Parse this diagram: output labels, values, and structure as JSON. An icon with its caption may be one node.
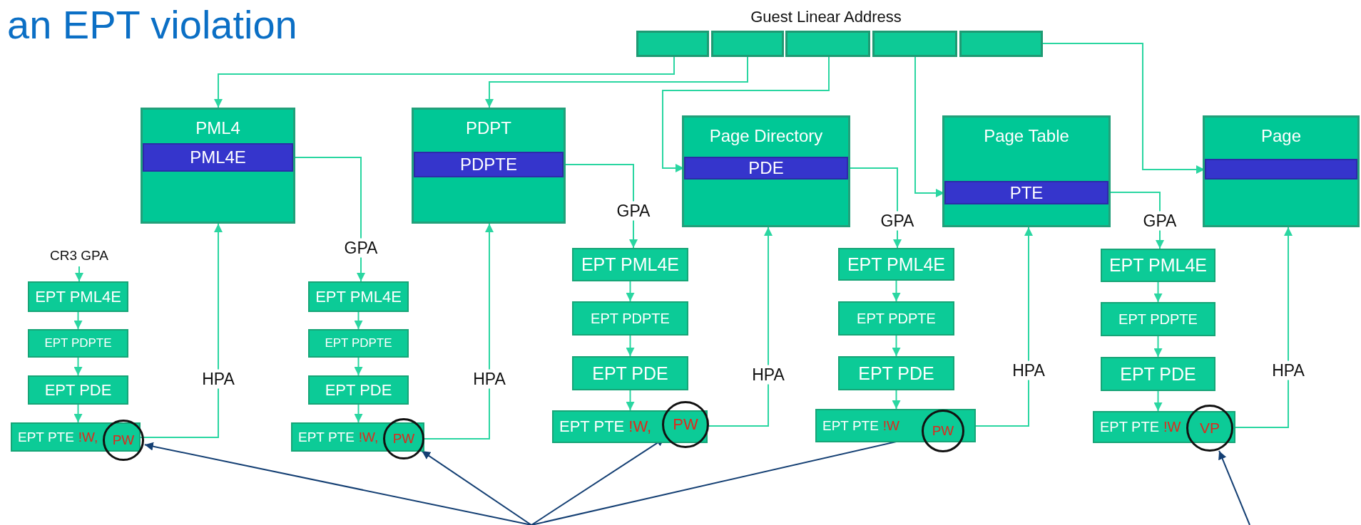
{
  "diagram": {
    "title": "an EPT violation",
    "nodes": [
      {
        "text": [],
        "shape": "box"
      },
      {
        "text": [],
        "shape": "box"
      },
      {
        "text": [],
        "shape": "box"
      },
      {
        "text": [],
        "shape": "box"
      },
      {
        "text": [],
        "shape": "box"
      },
      {
        "text": [
          "PML4"
        ]
      },
      {
        "text": [
          "PML4E"
        ],
        "in": 5
      },
      {
        "text": [
          "PDPT"
        ]
      },
      {
        "text": [
          "PDPTE"
        ],
        "in": 7
      },
      {
        "text": [
          "Page Directory"
        ]
      },
      {
        "text": [
          "PDE"
        ],
        "in": 9
      },
      {
        "text": [
          "Page Table"
        ]
      },
      {
        "text": [
          "PTE"
        ],
        "in": 11
      },
      {
        "text": [
          "Page"
        ]
      },
      {
        "text": [],
        "shape": "bar",
        "in": 13
      },
      {
        "text": [
          "CR3 GPA"
        ]
      },
      {
        "text": [
          "EPT PML4E"
        ]
      },
      {
        "text": [
          "EPT PDPTE"
        ]
      },
      {
        "text": [
          "EPT PDE"
        ]
      },
      {
        "text": [
          "EPT PTE",
          "!W,"
        ]
      },
      {
        "text": [
          "PW"
        ]
      },
      {
        "text": [
          "EPT PML4E"
        ]
      },
      {
        "text": [
          "EPT PDPTE"
        ]
      },
      {
        "text": [
          "EPT PDE"
        ]
      },
      {
        "text": [
          "EPT PTE",
          "!W,"
        ]
      },
      {
        "text": [
          "PW"
        ]
      },
      {
        "text": [
          "EPT PML4E"
        ]
      },
      {
        "text": [
          "EPT PDPTE"
        ]
      },
      {
        "text": [
          "EPT PDE"
        ]
      },
      {
        "text": [
          "EPT PTE",
          "!W,"
        ]
      },
      {
        "text": [
          "PW"
        ]
      },
      {
        "text": [
          "EPT PML4E"
        ]
      },
      {
        "text": [
          "EPT PDPTE"
        ]
      },
      {
        "text": [
          "EPT PDE"
        ]
      },
      {
        "text": [
          "EPT PTE",
          "!W"
        ]
      },
      {
        "text": [
          "PW"
        ]
      },
      {
        "text": [
          "EPT PML4E"
        ]
      },
      {
        "text": [
          "EPT PDPTE"
        ]
      },
      {
        "text": [
          "EPT PDE"
        ]
      },
      {
        "text": [
          "EPT PTE",
          "!W"
        ]
      },
      {
        "text": [
          "VP"
        ]
      }
    ],
    "edges": [
      {
        "from": 0,
        "to": 5,
        "arrow": "to"
      },
      {
        "from": 1,
        "to": 7,
        "arrow": "to"
      },
      {
        "from": 2,
        "to": 10,
        "arrow": "to"
      },
      {
        "from": 3,
        "to": 12,
        "arrow": "to"
      },
      {
        "from": 4,
        "to": 14,
        "arrow": "to"
      },
      {
        "from": 6,
        "to": 21,
        "arrow": "to",
        "label": "GPA"
      },
      {
        "from": 8,
        "to": 26,
        "arrow": "to",
        "label": "GPA"
      },
      {
        "from": 10,
        "to": 31,
        "arrow": "to",
        "label": "GPA"
      },
      {
        "from": 12,
        "to": 36,
        "arrow": "to",
        "label": "GPA"
      },
      {
        "from": 15,
        "to": 16,
        "arrow": "to"
      },
      {
        "from": 16,
        "to": 17,
        "arrow": "to"
      },
      {
        "from": 17,
        "to": 18,
        "arrow": "to"
      },
      {
        "from": 18,
        "to": 19,
        "arrow": "to"
      },
      {
        "from": 21,
        "to": 22,
        "arrow": "to"
      },
      {
        "from": 22,
        "to": 23,
        "arrow": "to"
      },
      {
        "from": 23,
        "to": 24,
        "arrow": "to"
      },
      {
        "from": 26,
        "to": 27,
        "arrow": "to"
      },
      {
        "from": 27,
        "to": 28,
        "arrow": "to"
      },
      {
        "from": 28,
        "to": 29,
        "arrow": "to"
      },
      {
        "from": 31,
        "to": 32,
        "arrow": "to"
      },
      {
        "from": 32,
        "to": 33,
        "arrow": "to"
      },
      {
        "from": 33,
        "to": 34,
        "arrow": "to"
      },
      {
        "from": 36,
        "to": 37,
        "arrow": "to"
      },
      {
        "from": 37,
        "to": 38,
        "arrow": "to"
      },
      {
        "from": 38,
        "to": 39,
        "arrow": "to"
      },
      {
        "from": 19,
        "to": 5,
        "arrow": "to",
        "label": "HPA"
      },
      {
        "from": 24,
        "to": 7,
        "arrow": "to",
        "label": "HPA"
      },
      {
        "from": 29,
        "to": 9,
        "arrow": "to",
        "label": "HPA"
      },
      {
        "from": 34,
        "to": 11,
        "arrow": "to",
        "label": "HPA"
      },
      {
        "from": 39,
        "to": 13,
        "arrow": "to",
        "label": "HPA"
      },
      {
        "from": null,
        "to": 20,
        "arrow": "to",
        "color": "#143f73"
      },
      {
        "from": null,
        "to": 25,
        "arrow": "to",
        "color": "#143f73"
      },
      {
        "from": null,
        "to": 30,
        "arrow": "to",
        "color": "#143f73"
      },
      {
        "from": null,
        "to": 35,
        "arrow": "to",
        "color": "#143f73"
      },
      {
        "from": null,
        "to": 40,
        "arrow": "to",
        "color": "#143f73"
      }
    ],
    "labels": [
      "Guest Linear Address"
    ]
  }
}
